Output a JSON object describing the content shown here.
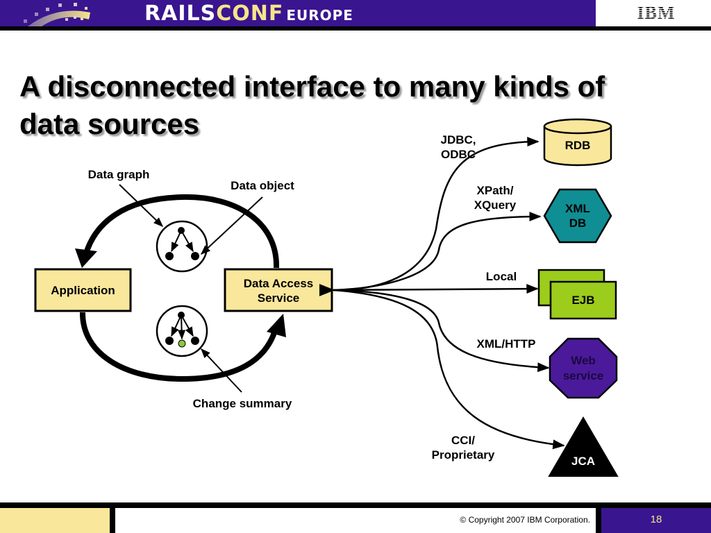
{
  "header": {
    "brand_part1": "RAILS",
    "brand_part2": "CONF",
    "brand_part3": "EUROPE",
    "sponsor_logo": "IBM",
    "colors": {
      "bar": "#3a1590",
      "accent": "#f5e48a"
    }
  },
  "slide": {
    "title_line1": "A disconnected interface to many kinds of",
    "title_line2": "data sources"
  },
  "diagram": {
    "nodes": {
      "application": "Application",
      "das_line1": "Data Access",
      "das_line2": "Service",
      "rdb": "RDB",
      "xmldb_line1": "XML",
      "xmldb_line2": "DB",
      "ejb": "EJB",
      "web_line1": "Web",
      "web_line2": "service",
      "jca": "JCA"
    },
    "callouts": {
      "data_graph": "Data graph",
      "data_object": "Data object",
      "change_summary": "Change summary"
    },
    "connections": {
      "jdbc_line1": "JDBC,",
      "jdbc_line2": "ODBC",
      "xpath_line1": "XPath/",
      "xpath_line2": "XQuery",
      "local": "Local",
      "xmlhttp": "XML/HTTP",
      "cci_line1": "CCI/",
      "cci_line2": "Proprietary"
    },
    "colors": {
      "box_fill": "#f9e79c",
      "rdb_fill": "#f9e79c",
      "xmldb_fill": "#0f8e93",
      "ejb_fill": "#9ccc1c",
      "web_fill": "#4a1a9a",
      "jca_fill": "#000000",
      "changed_node": "#8cc63e"
    }
  },
  "footer": {
    "copyright": "© Copyright 2007 IBM Corporation.",
    "page_number": "18"
  }
}
